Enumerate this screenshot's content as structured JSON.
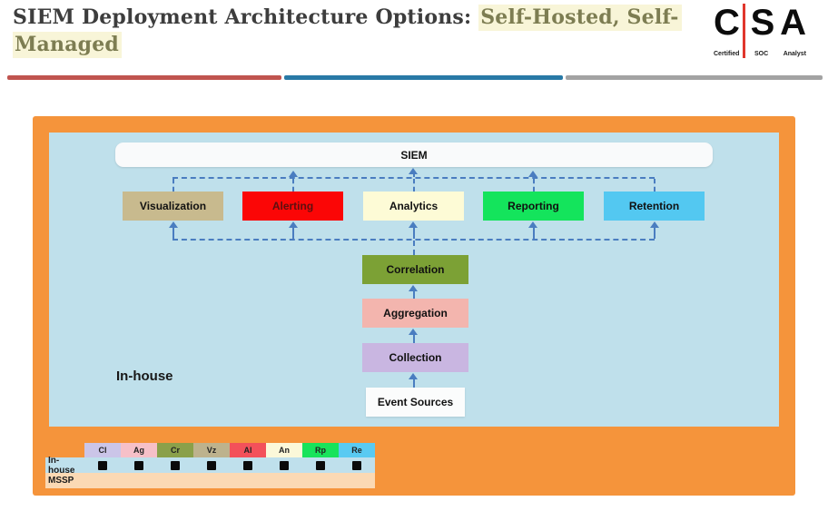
{
  "colors": {
    "line": "#4a7dc0",
    "frame_orange": "#f5943b",
    "panel_blue": "#bfe0eb",
    "divider_red": "#c0544f",
    "divider_blue": "#2879a6",
    "divider_gray": "#a3a3a3",
    "logo_red": "#e0362c",
    "highlight_bg": "#f8f5d8",
    "highlight_fg": "#7d7d52",
    "title_fg": "#3d3d3d"
  },
  "header": {
    "title_plain": "SIEM Deployment Architecture Options: ",
    "title_highlight_line1": "Self-Hosted, Self-",
    "title_highlight_line2": "Managed",
    "logo": {
      "letters": [
        "C",
        "S",
        "A"
      ],
      "labels": [
        "Certified",
        "SOC",
        "Analyst"
      ]
    }
  },
  "diagram": {
    "siem_label": "SIEM",
    "inhouse_label": "In-house",
    "functions": [
      {
        "label": "Visualization",
        "bg": "#c8ba8e",
        "fg": "#111111"
      },
      {
        "label": "Alerting",
        "bg": "#fb0606",
        "fg": "#5c1010"
      },
      {
        "label": "Analytics",
        "bg": "#fdfbd6",
        "fg": "#111111"
      },
      {
        "label": "Reporting",
        "bg": "#14e45c",
        "fg": "#111111"
      },
      {
        "label": "Retention",
        "bg": "#53c8f1",
        "fg": "#111111"
      }
    ],
    "stack": [
      {
        "label": "Correlation",
        "bg": "#7ca135"
      },
      {
        "label": "Aggregation",
        "bg": "#f3b5ae"
      },
      {
        "label": "Collection",
        "bg": "#c9b6e1"
      },
      {
        "label": "Event Sources",
        "bg": "#fbfcfc"
      }
    ]
  },
  "legend": {
    "columns": [
      {
        "label": "Cl",
        "bg": "#cbc5e8"
      },
      {
        "label": "Ag",
        "bg": "#f6c0c8"
      },
      {
        "label": "Cr",
        "bg": "#8aa04a"
      },
      {
        "label": "Vz",
        "bg": "#bdb28d"
      },
      {
        "label": "Al",
        "bg": "#f3515a"
      },
      {
        "label": "An",
        "bg": "#fbf8d9"
      },
      {
        "label": "Rp",
        "bg": "#18e35b"
      },
      {
        "label": "Re",
        "bg": "#59caf2"
      }
    ],
    "rows": [
      {
        "label": "In-house",
        "bg": "#bfe0ec",
        "checked": [
          true,
          true,
          true,
          true,
          true,
          true,
          true,
          true
        ]
      },
      {
        "label": "MSSP",
        "bg": "#fbd9b4",
        "checked": [
          false,
          false,
          false,
          false,
          false,
          false,
          false,
          false
        ]
      }
    ]
  }
}
